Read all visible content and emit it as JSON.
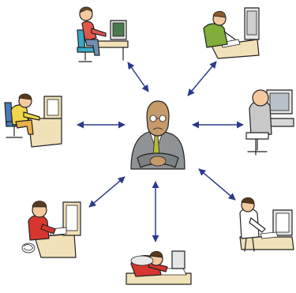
{
  "diagram": {
    "kind": "hub-and-spoke",
    "hub": {
      "figure": "manager-icon",
      "colors": {
        "suit": "#8f9396",
        "tie": "#b8b83a",
        "skin": "#c79a6a"
      }
    },
    "nodes": [
      {
        "figure": "worker-at-computer-icon",
        "position_word": "top",
        "colors": {
          "shirt": "#e0584a",
          "pants": "#6f8fb0",
          "chair": "#3aa8c4",
          "desk": "#f0e1b8"
        }
      },
      {
        "figure": "worker-at-computer-icon",
        "position_word": "top-right",
        "colors": {
          "shirt": "#7fae3a",
          "desk": "#f0e1b8"
        }
      },
      {
        "figure": "worker-at-computer-icon",
        "position_word": "left",
        "colors": {
          "shirt": "#f2d64a",
          "pants": "#e8b04a",
          "chair": "#4a7ab8",
          "desk": "#f0e1b8"
        }
      },
      {
        "figure": "worker-at-computer-icon",
        "position_word": "right",
        "colors": {
          "shirt": "#c8c8c8",
          "desk": "#d8d8d8"
        }
      },
      {
        "figure": "worker-at-computer-icon",
        "position_word": "bottom-left",
        "colors": {
          "shirt": "#d6362e",
          "desk": "#f0e1b8"
        }
      },
      {
        "figure": "worker-at-computer-icon",
        "position_word": "bottom",
        "colors": {
          "shirt": "#d6362e",
          "desk": "#f0e1b8"
        }
      },
      {
        "figure": "worker-at-computer-icon",
        "position_word": "bottom-right",
        "colors": {
          "shirt": "#ffffff",
          "desk": "#f0e1b8"
        }
      }
    ],
    "connectors": {
      "style": "double-headed-arrow",
      "count": 7,
      "color": "#2b3a8c"
    }
  }
}
